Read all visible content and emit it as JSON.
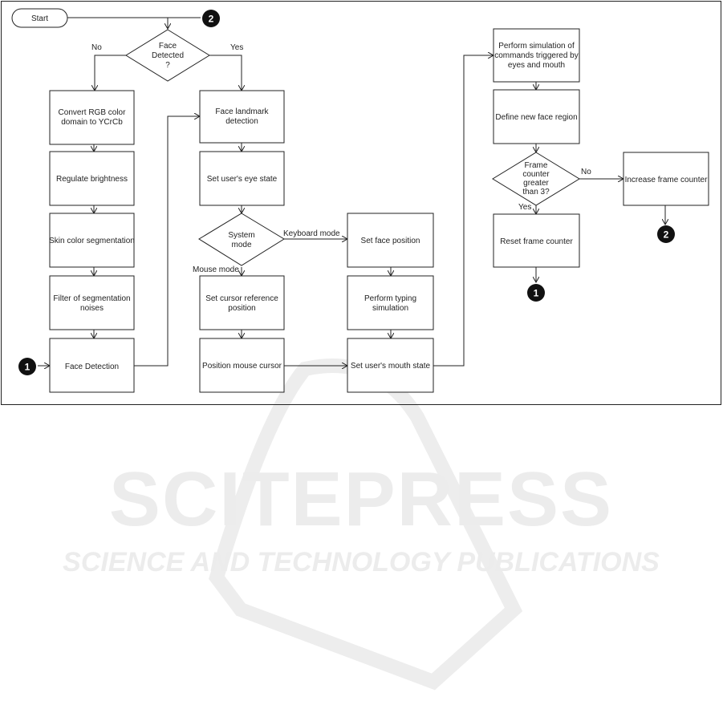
{
  "watermark": {
    "brand": "SCITEPRESS",
    "tagline": "SCIENCE AND TECHNOLOGY PUBLICATIONS"
  },
  "start_label": "Start",
  "connectors": {
    "one": "1",
    "two": "2"
  },
  "decisions": {
    "face_detected": [
      "Face",
      "Detected",
      "?"
    ],
    "system_mode": [
      "System",
      "mode"
    ],
    "frame_counter": [
      "Frame",
      "counter",
      "greater",
      "than 3?"
    ]
  },
  "edge_labels": {
    "no_face": "No",
    "yes_face": "Yes",
    "keyboard_mode": "Keyboard mode",
    "mouse_mode": "Mouse mode",
    "frame_no": "No",
    "frame_yes": "Yes"
  },
  "steps": {
    "convert_rgb": [
      "Convert  RGB color",
      "domain to YCrCb"
    ],
    "regulate_brightness": [
      "Regulate brightness"
    ],
    "skin_segmentation": [
      "Skin color segmentation"
    ],
    "filter_noises": [
      "Filter of segmentation",
      "noises"
    ],
    "face_detection": [
      "Face Detection"
    ],
    "landmark_detection": [
      "Face landmark",
      "detection"
    ],
    "eye_state": [
      "Set user's eye state"
    ],
    "cursor_reference": [
      "Set cursor reference",
      "position"
    ],
    "position_cursor": [
      "Position mouse cursor"
    ],
    "face_position": [
      "Set face position"
    ],
    "typing_simulation": [
      "Perform typing",
      "simulation"
    ],
    "mouth_state": [
      "Set user's mouth state"
    ],
    "simulate_commands": [
      "Perform simulation of",
      "commands triggered by",
      "eyes and mouth"
    ],
    "define_region": [
      "Define new face region"
    ],
    "increase_counter": [
      "Increase frame counter"
    ],
    "reset_counter": [
      "Reset frame counter"
    ]
  }
}
